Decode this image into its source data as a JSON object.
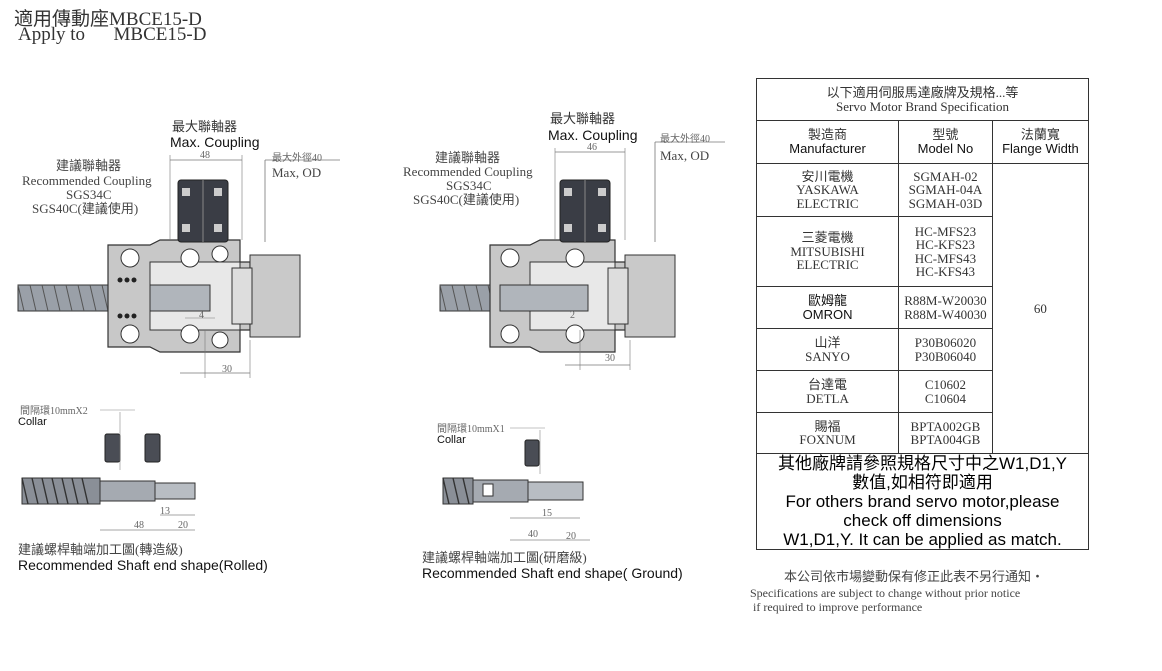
{
  "header": {
    "title_cn": "適用傳動座MBCE15-D",
    "title_en": "Apply to      MBCE15-D"
  },
  "left_drawing": {
    "max_coupling_cn": "最大聯軸器",
    "max_coupling_en": "Max. Coupling",
    "rec_coupling_cn": "建議聯軸器",
    "rec_coupling_en": "Recommended Coupling",
    "rec_coupling_model1": "SGS34C",
    "rec_coupling_model2": "SGS40C(建議使用)",
    "dim_48": "48",
    "max_od_cn": "最大外徑40",
    "max_od_en": "Max, OD",
    "dim_4": "4",
    "dim_30": "30",
    "collar_spec": "間隔環10mmX2",
    "collar": "Collar",
    "dim_13": "13",
    "dim_48b": "48",
    "dim_20": "20",
    "shaft_cn": "建議螺桿軸端加工圖(轉造級)",
    "shaft_en": "Recommended Shaft end shape(Rolled)"
  },
  "right_drawing": {
    "max_coupling_cn": "最大聯軸器",
    "max_coupling_en": "Max. Coupling",
    "rec_coupling_cn": "建議聯軸器",
    "rec_coupling_en": "Recommended Coupling",
    "rec_coupling_model1": "SGS34C",
    "rec_coupling_model2": "SGS40C(建議使用)",
    "dim_46": "46",
    "max_od_cn": "最大外徑40",
    "max_od_en": "Max, OD",
    "dim_2": "2",
    "dim_30": "30",
    "collar_spec": "間隔環10mmX1",
    "collar": "Collar",
    "dim_15": "15",
    "dim_40": "40",
    "dim_20": "20",
    "shaft_cn": "建議螺桿軸端加工圖(研磨級)",
    "shaft_en": "Recommended Shaft end shape( Ground)"
  },
  "spec_table": {
    "title_cn": "以下適用伺服馬達廠牌及規格...等",
    "title_en": "Servo Motor Brand Specification",
    "col_manufacturer_cn": "製造商",
    "col_manufacturer_en": "Manufacturer",
    "col_model_cn": "型號",
    "col_model_en": "Model No",
    "col_flange_cn": "法蘭寬",
    "col_flange_en": "Flange Width",
    "flange_value": "60",
    "rows": [
      {
        "mfr_cn": "安川電機",
        "mfr_en1": "YASKAWA",
        "mfr_en2": "ELECTRIC",
        "models": [
          "SGMAH-02",
          "SGMAH-04A",
          "SGMAH-03D"
        ]
      },
      {
        "mfr_cn": "三菱電機",
        "mfr_en1": "MITSUBISHI",
        "mfr_en2": "ELECTRIC",
        "models": [
          "HC-MFS23",
          "HC-KFS23",
          "HC-MFS43",
          "HC-KFS43"
        ]
      },
      {
        "mfr_cn": "歐姆龍",
        "mfr_en1": "OMRON",
        "mfr_en2": "",
        "models": [
          "R88M-W20030",
          "R88M-W40030"
        ]
      },
      {
        "mfr_cn": "山洋",
        "mfr_en1": "SANYO",
        "mfr_en2": "",
        "models": [
          "P30B06020",
          "P30B06040"
        ]
      },
      {
        "mfr_cn": "台達電",
        "mfr_en1": "DETLA",
        "mfr_en2": "",
        "models": [
          "C10602",
          "C10604"
        ]
      },
      {
        "mfr_cn": "賜福",
        "mfr_en1": "FOXNUM",
        "mfr_en2": "",
        "models": [
          "BPTA002GB",
          "BPTA004GB"
        ]
      }
    ],
    "note_line1": "其他廠牌請參照規格尺寸中之W1,D1,Y",
    "note_line2": "數值,如相符即適用",
    "note_line3": "For others brand servo motor,please",
    "note_line4": "check off dimensions",
    "note_line5": "W1,D1,Y. It can be applied as match."
  },
  "footer": {
    "notice_cn": "本公司依市場變動保有修正此表不另行通知・",
    "notice_en1": "Specifications are subject to change without prior notice",
    "notice_en2": " if required to improve performance"
  }
}
